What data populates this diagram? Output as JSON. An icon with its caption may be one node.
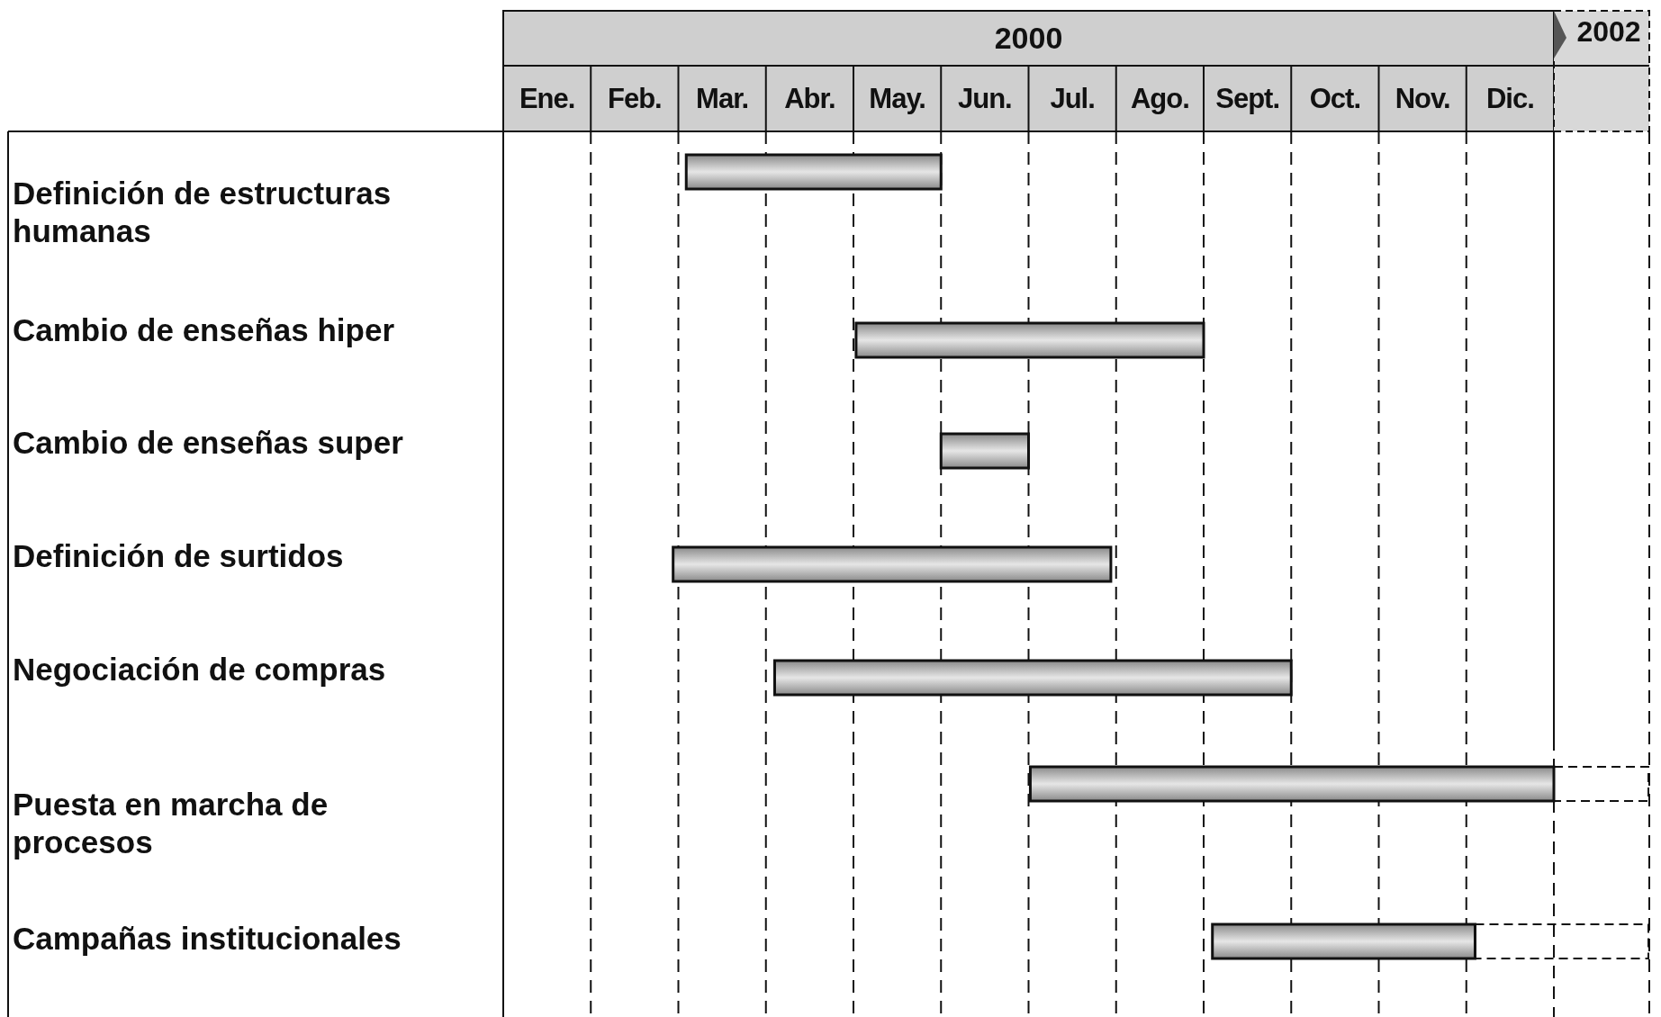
{
  "diagram": {
    "nodes": [
      {
        "text": [],
        "shape": "bar"
      },
      {
        "text": [],
        "shape": "bar"
      },
      {
        "text": [],
        "shape": "bar"
      },
      {
        "text": [],
        "shape": "bar"
      },
      {
        "text": [],
        "shape": "bar"
      },
      {
        "text": [],
        "shape": "bar"
      },
      {
        "text": [],
        "shape": "bar"
      }
    ],
    "labels": [
      "2000",
      "2002",
      "Ene.",
      "Feb.",
      "Mar.",
      "Abr.",
      "May.",
      "Jun.",
      "Jul.",
      "Ago.",
      "Sept.",
      "Oct.",
      "Nov.",
      "Dic.",
      "Definición de estructuras humanas",
      "Cambio de enseñas hiper",
      "Cambio de enseñas super",
      "Definición de surtidos",
      "Negociación de compras",
      "Puesta en marcha de procesos",
      "Campañas institucionales"
    ]
  }
}
